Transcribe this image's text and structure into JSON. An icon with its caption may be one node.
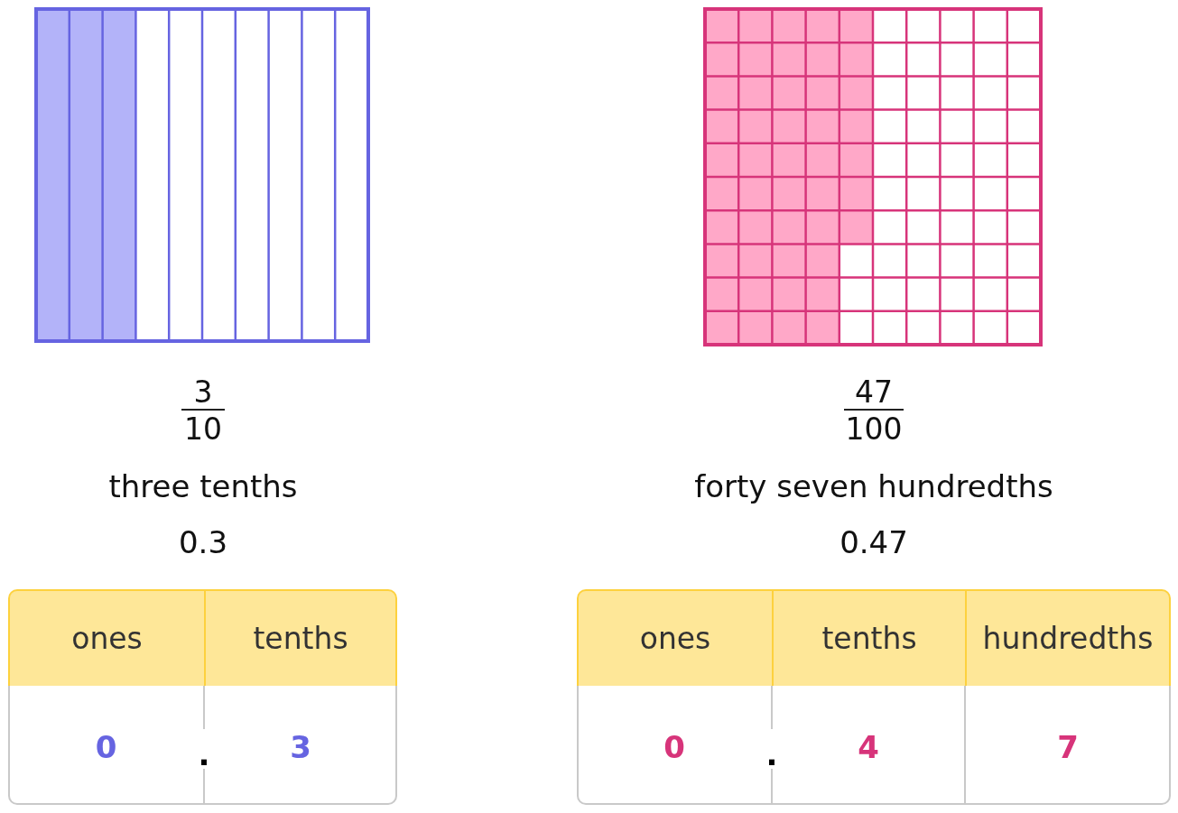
{
  "diagram": {
    "labels": [
      "3",
      "47",
      "10",
      "100",
      "three tenths",
      "forty seven hundredths",
      "0.3",
      "0.47",
      "ones",
      "tenths",
      "ones",
      "tenths",
      "hundredths",
      "0",
      ".",
      "3",
      "0",
      ".",
      "4",
      "7"
    ]
  }
}
